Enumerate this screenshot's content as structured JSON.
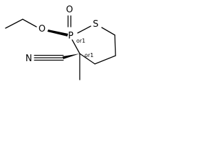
{
  "atoms": {
    "oxygen_double": "O",
    "oxygen_ether": "O",
    "phosphorus": "P",
    "sulfur": "S",
    "nitrogen": "N"
  },
  "stereo": {
    "phosphorus": "or1",
    "carbon": "or1"
  }
}
